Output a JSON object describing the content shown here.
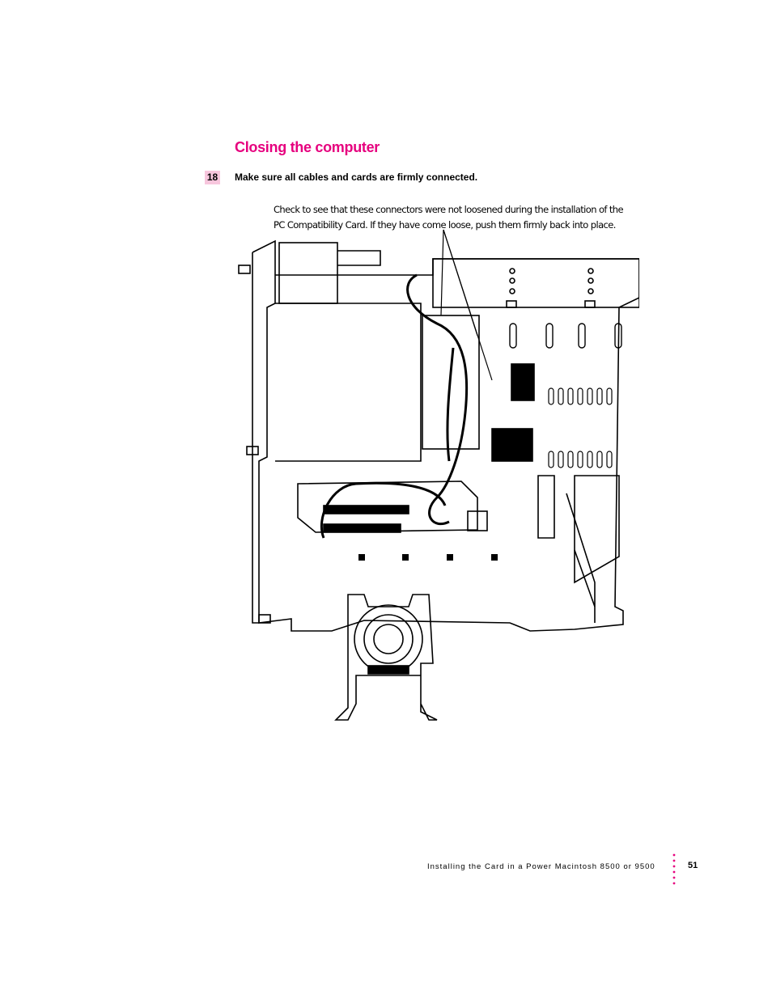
{
  "heading": "Closing the computer",
  "step": {
    "number": "18",
    "text": "Make sure all cables and cards are firmly connected."
  },
  "callout": {
    "line1": "Check to see that these connectors were not loosened during the installation of the",
    "line2": "PC Compatibility Card. If they have come loose, push them firmly back into place."
  },
  "footer": {
    "title": "Installing the Card in a Power Macintosh 8500 or 9500",
    "page_number": "51"
  },
  "colors": {
    "heading": "#e6007e",
    "step_badge": "#f7c6dd",
    "dots": "#e6007e"
  }
}
